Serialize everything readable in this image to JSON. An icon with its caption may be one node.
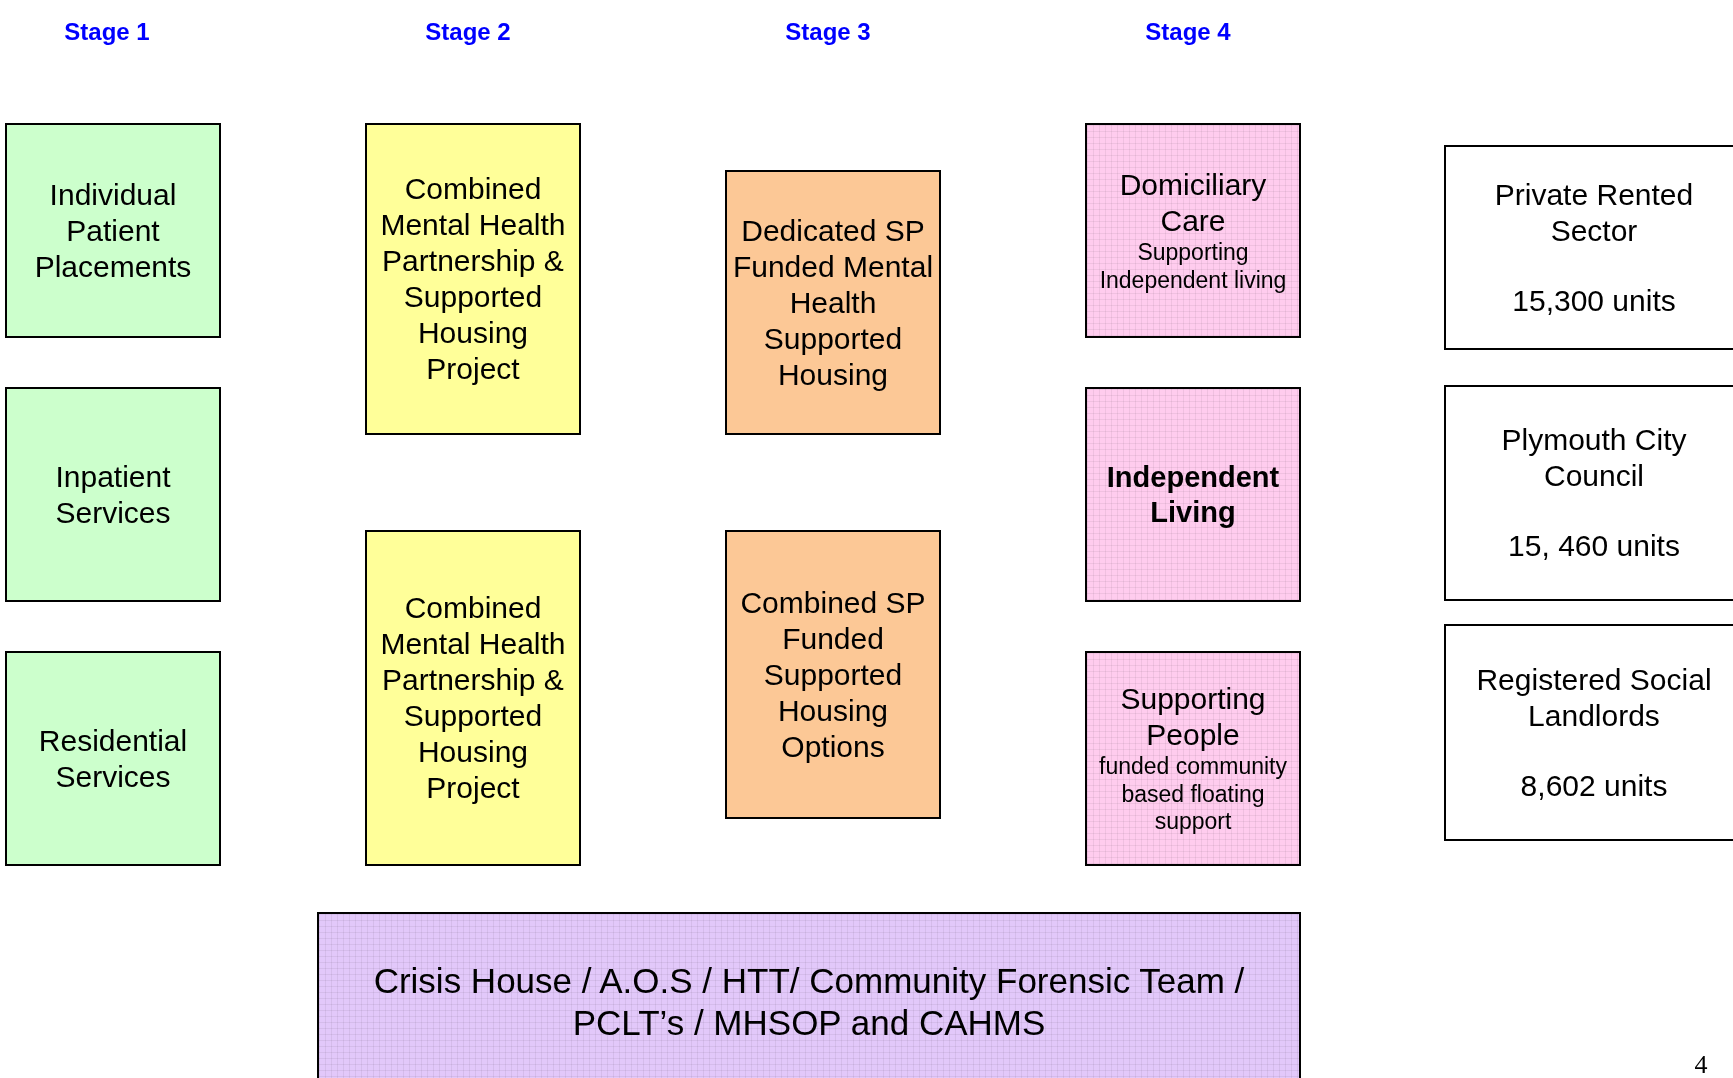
{
  "diagram": {
    "nodes": [
      {
        "text": [
          "Individual Patient Placements"
        ]
      },
      {
        "text": [
          "Inpatient Services"
        ]
      },
      {
        "text": [
          "Residential Services"
        ]
      },
      {
        "text": [
          "Combined Mental Health Partnership & Supported Housing Project"
        ]
      },
      {
        "text": [
          "Combined Mental Health Partnership & Supported Housing Project"
        ]
      },
      {
        "text": [
          "Dedicated SP Funded Mental Health Supported Housing"
        ]
      },
      {
        "text": [
          "Combined SP Funded Supported Housing Options"
        ]
      },
      {
        "text": [
          "Domiciliary Care",
          "Supporting Independent living"
        ]
      },
      {
        "text": [
          "Independent Living"
        ]
      },
      {
        "text": [
          "Supporting People",
          "funded community based floating support"
        ]
      },
      {
        "text": [
          "Private Rented Sector",
          "15,300 units"
        ]
      },
      {
        "text": [
          "Plymouth City Council",
          "15, 460 units"
        ]
      },
      {
        "text": [
          "Registered Social Landlords",
          "8,602 units"
        ]
      },
      {
        "text": [
          "Crisis House / A.O.S / HTT/ Community Forensic Team / PCLT’s / MHSOP and CAHMS"
        ]
      }
    ],
    "edges": [],
    "labels": [
      "Stage 1",
      "Stage 2",
      "Stage 3",
      "Stage 4",
      "4"
    ]
  }
}
